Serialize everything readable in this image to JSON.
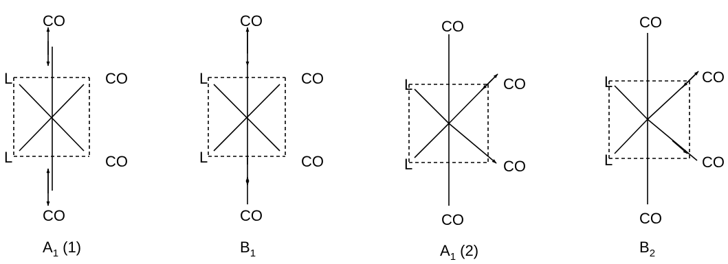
{
  "diagram": {
    "ligand_labels": {
      "carbonyl": "CO",
      "ligand": "L"
    },
    "modes": [
      {
        "symbol": "A",
        "subscript": "1",
        "suffix": " (1)"
      },
      {
        "symbol": "B",
        "subscript": "1",
        "suffix": ""
      },
      {
        "symbol": "A",
        "subscript": "1",
        "suffix": " (2)"
      },
      {
        "symbol": "B",
        "subscript": "2",
        "suffix": ""
      }
    ]
  }
}
